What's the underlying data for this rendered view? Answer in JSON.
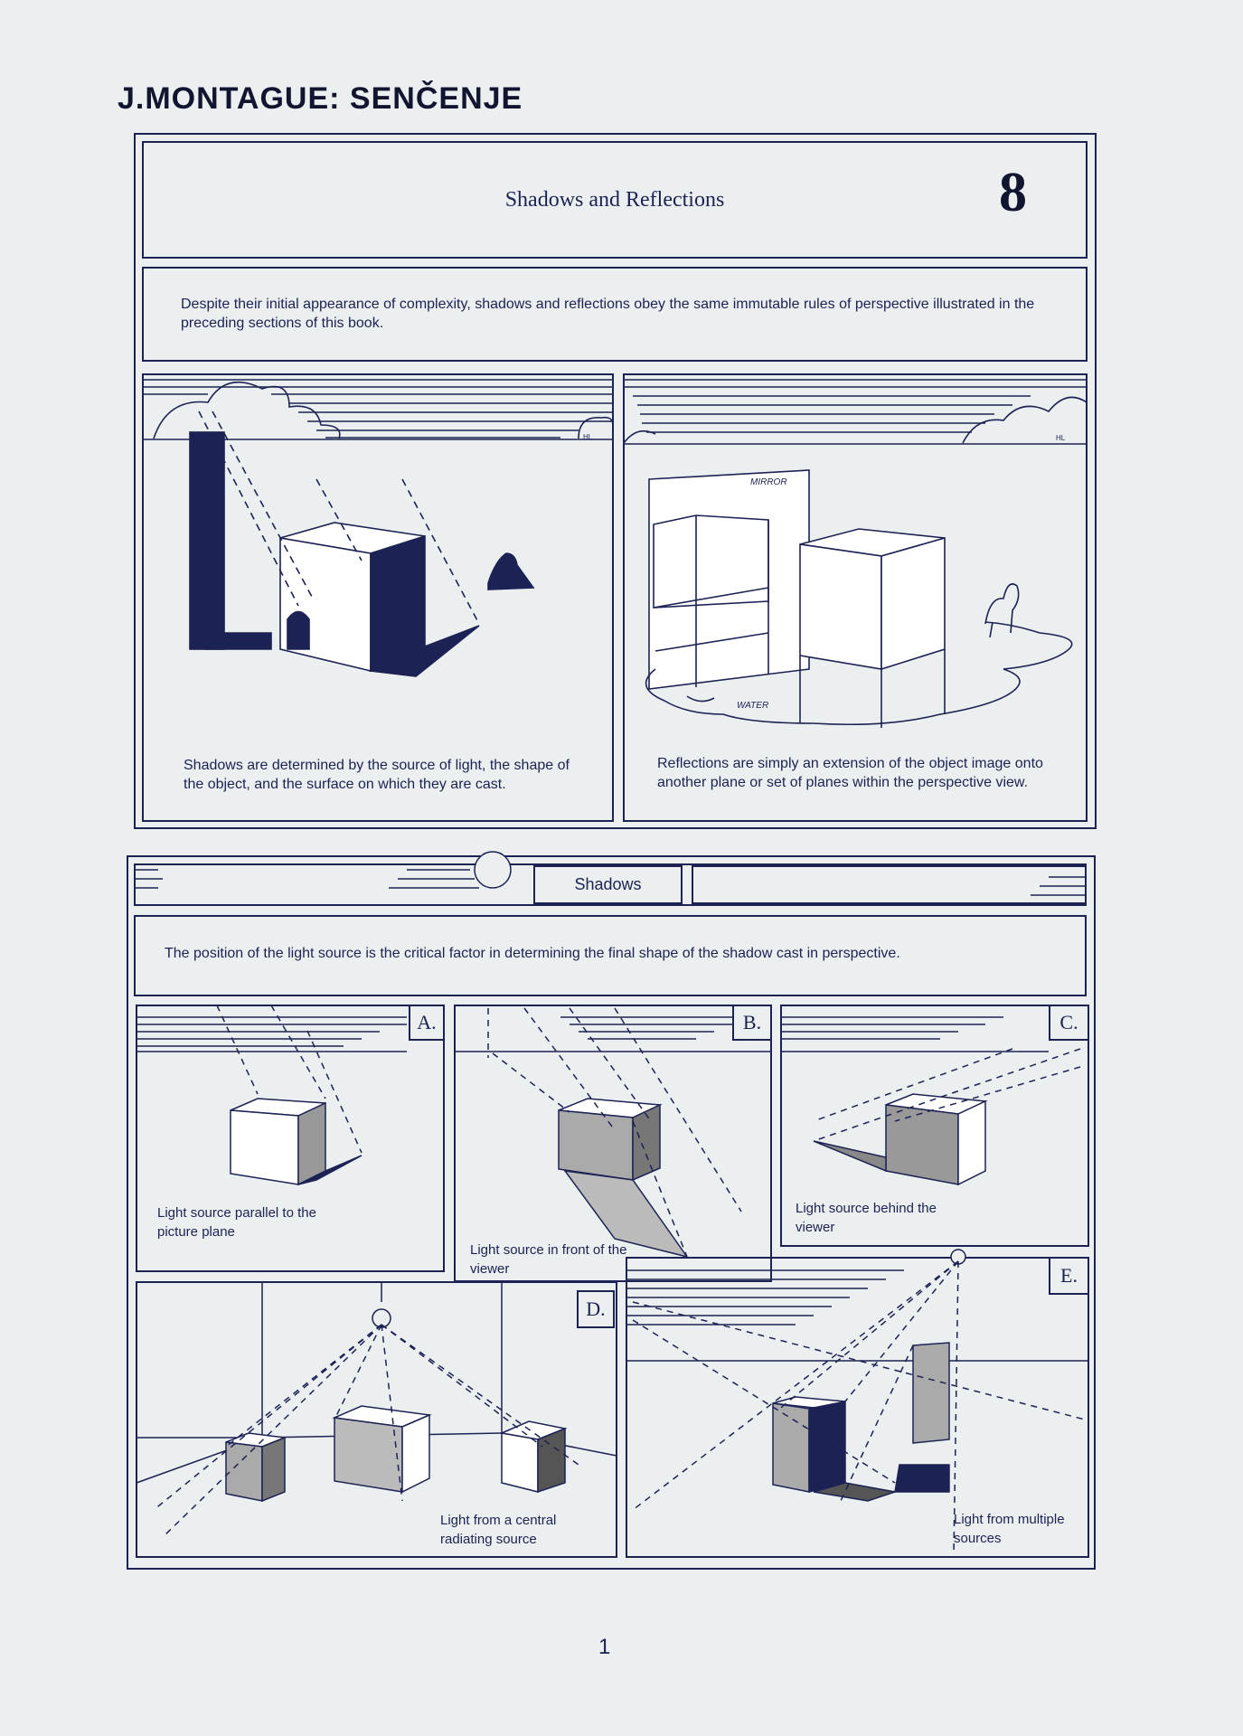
{
  "header": {
    "title": "J.MONTAGUE: SENČENJE"
  },
  "section1": {
    "title": "Shadows and Reflections",
    "number": "8",
    "intro": "Despite their initial appearance of complexity, shadows and reflections obey the same immutable rules of perspective illustrated in the preceding sections of this book.",
    "left_caption": "Shadows are determined by the source of light, the shape of the object, and the surface on which they are cast.",
    "right_caption": "Reflections are simply an extension of the object image onto another plane or set of planes within the perspective view.",
    "hl_label": "HL",
    "mirror_label": "MIRROR",
    "water_label": "WATER"
  },
  "section2": {
    "title": "Shadows",
    "intro": "The position of the light source is the critical factor in determining the final shape of the shadow cast in perspective.",
    "panels": [
      {
        "letter": "A.",
        "caption": "Light source parallel to the picture plane"
      },
      {
        "letter": "B.",
        "caption": "Light source in front of the viewer"
      },
      {
        "letter": "C.",
        "caption": "Light source behind the viewer"
      },
      {
        "letter": "D.",
        "caption": "Light from a central radiating source"
      },
      {
        "letter": "E.",
        "caption": "Light from multiple sources"
      }
    ]
  },
  "footer": {
    "page_number": "1"
  },
  "colors": {
    "ink": "#1c2254",
    "paper": "#ecefef"
  }
}
